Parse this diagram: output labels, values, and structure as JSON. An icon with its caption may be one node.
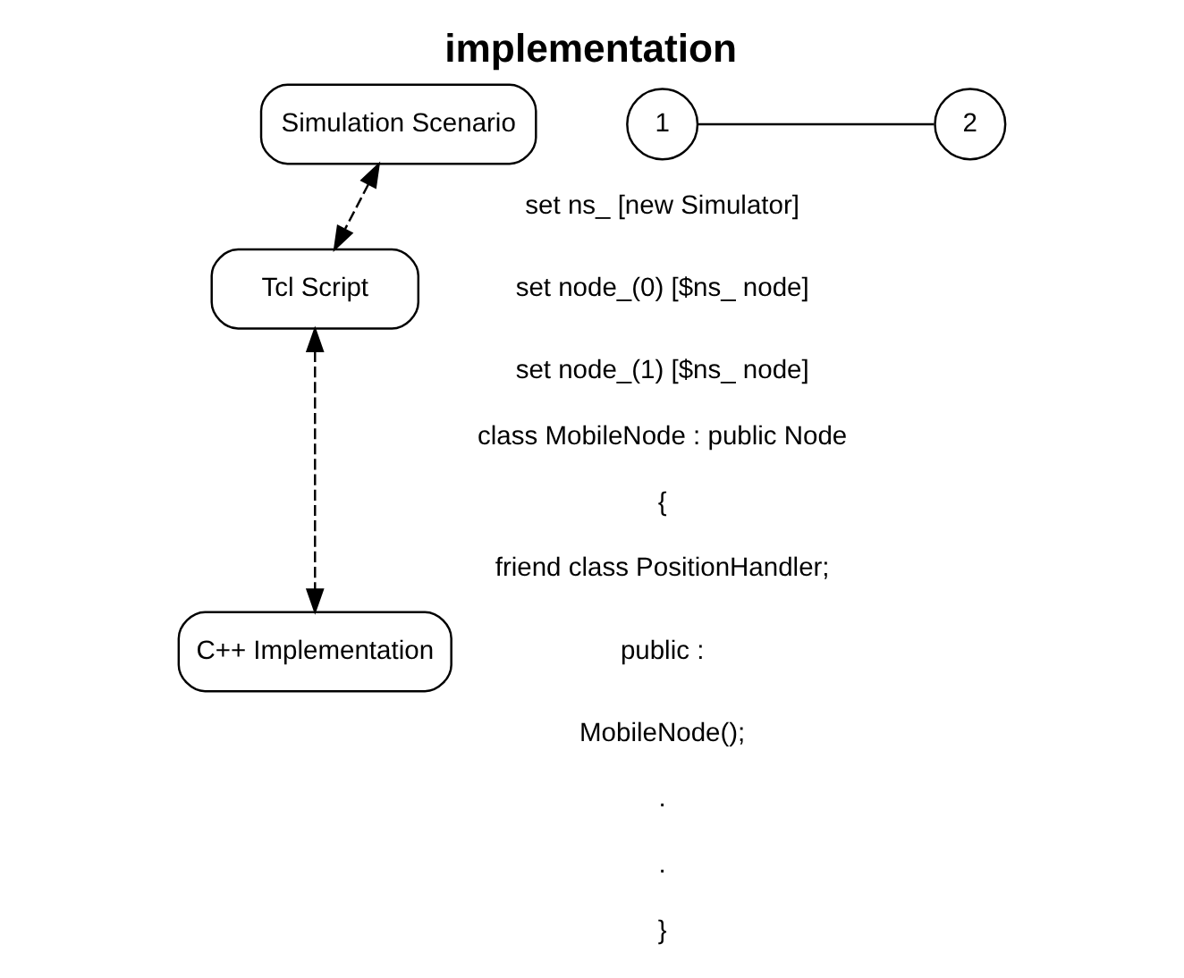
{
  "diagram": {
    "title": "implementation",
    "nodes": [
      {
        "text": [
          "Simulation Scenario"
        ]
      },
      {
        "text": [
          "Tcl Script"
        ]
      },
      {
        "text": [
          "C++ Implementation"
        ]
      },
      {
        "text": [
          "1"
        ]
      },
      {
        "text": [
          "2"
        ]
      }
    ],
    "edges": [
      {
        "from": 0,
        "to": 1,
        "arrow": "both",
        "style": "dashed"
      },
      {
        "from": 1,
        "to": 2,
        "arrow": "both",
        "style": "dashed"
      },
      {
        "from": 3,
        "to": 4,
        "arrow": "none"
      }
    ],
    "labels": [
      "set ns_ [new Simulator]",
      "set node_(0) [$ns_ node]",
      "set node_(1) [$ns_ node]",
      "class MobileNode : public Node",
      "{",
      "friend class PositionHandler;",
      "public :",
      "MobileNode();",
      ".",
      ".",
      "}"
    ]
  }
}
